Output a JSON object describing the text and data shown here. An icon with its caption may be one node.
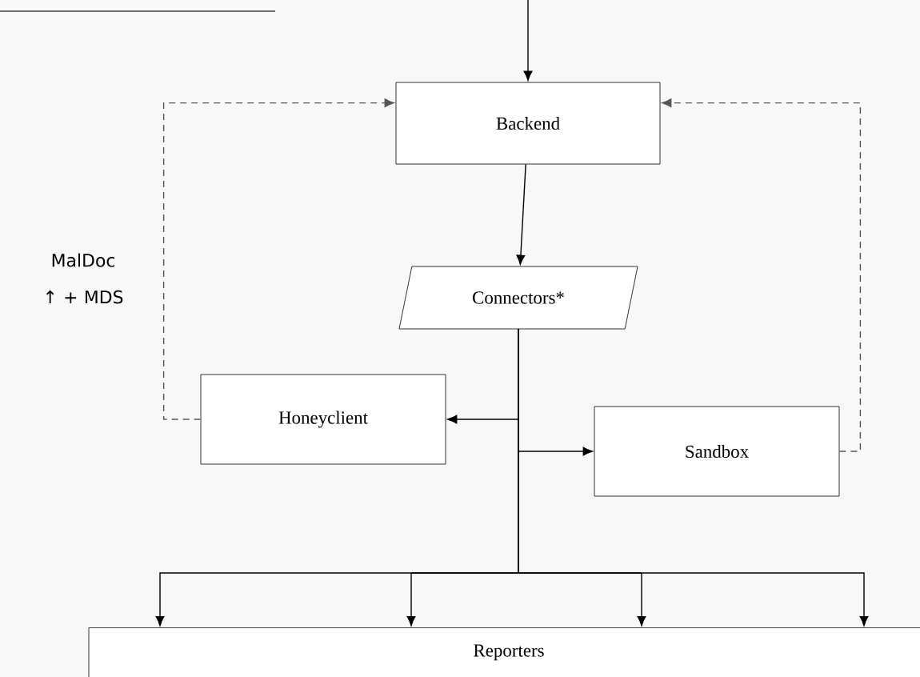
{
  "diagram": {
    "nodes": [
      {
        "text": [
          "Backend"
        ]
      },
      {
        "text": [
          "Connectors*"
        ]
      },
      {
        "text": [
          "Honeyclient"
        ]
      },
      {
        "text": [
          "Sandbox"
        ]
      },
      {
        "text": [
          "Reporters"
        ]
      }
    ],
    "edges": [
      {
        "from": null,
        "to": 0,
        "arrow": "to"
      },
      {
        "from": 0,
        "to": 1,
        "arrow": "to"
      },
      {
        "from": 1,
        "to": 2,
        "arrow": "to"
      },
      {
        "from": 1,
        "to": 3,
        "arrow": "to"
      },
      {
        "from": 1,
        "to": 4,
        "arrow": "to"
      },
      {
        "from": 1,
        "to": 4,
        "arrow": "to"
      },
      {
        "from": 1,
        "to": 4,
        "arrow": "to"
      },
      {
        "from": 1,
        "to": 4,
        "arrow": "to"
      },
      {
        "from": 2,
        "to": 0,
        "arrow": "to",
        "style": "dashed",
        "color": "#555555",
        "label": "MalDoc ↑ + MDS"
      },
      {
        "from": 3,
        "to": 0,
        "arrow": "to",
        "style": "dashed",
        "color": "#555555"
      }
    ]
  }
}
